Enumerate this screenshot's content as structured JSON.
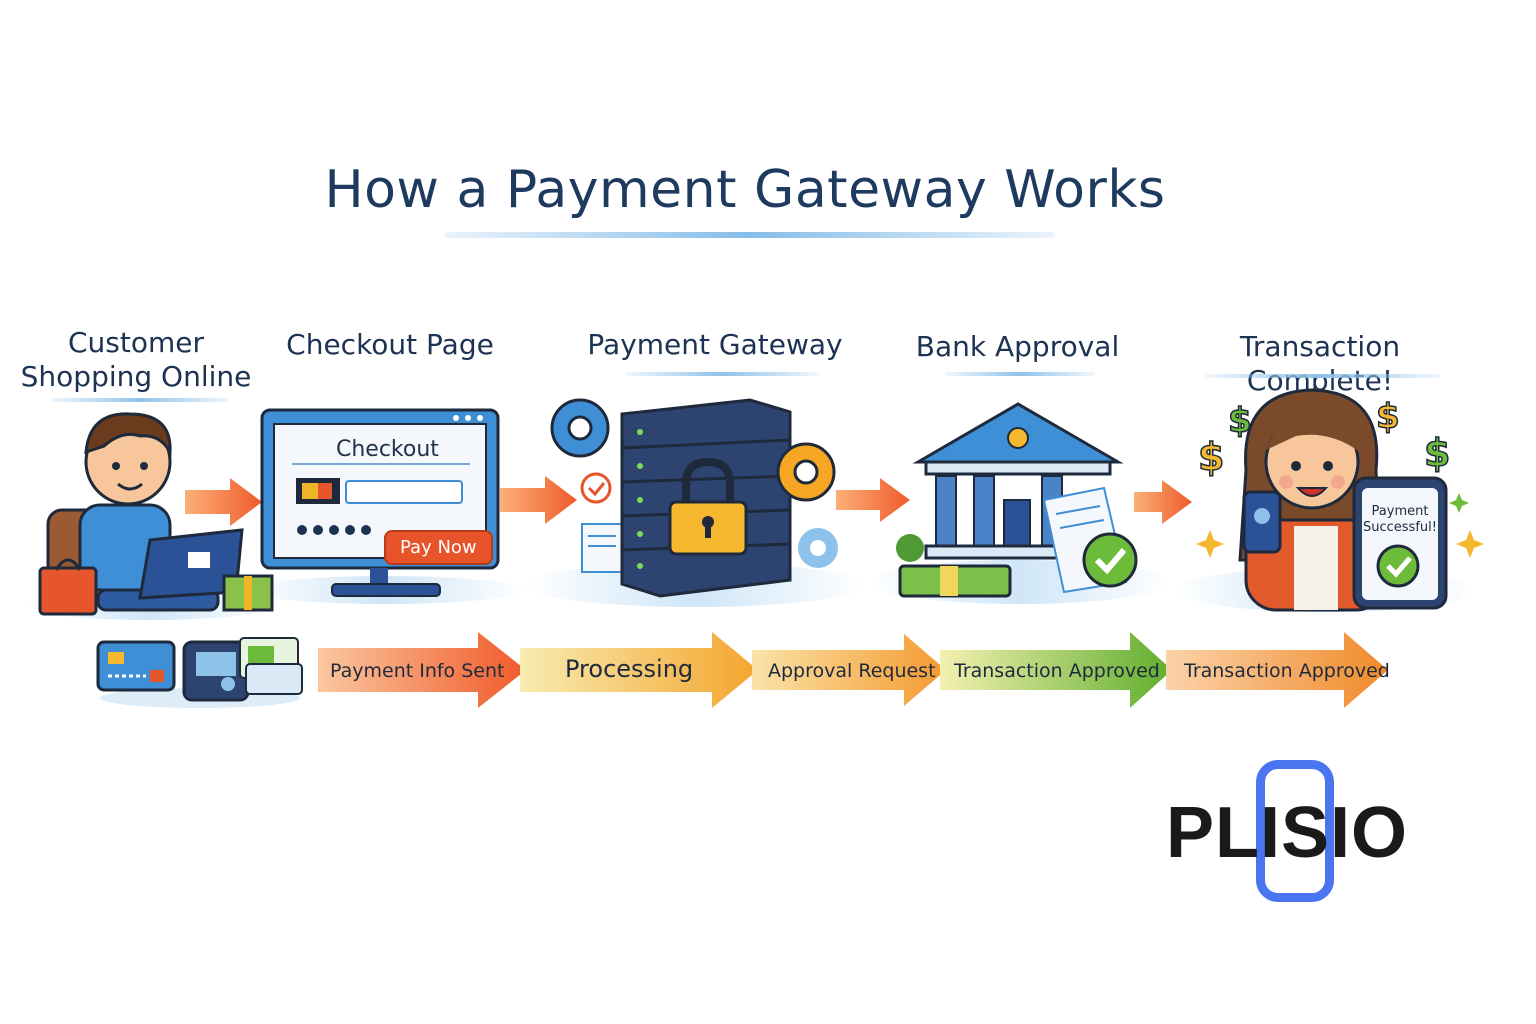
{
  "title": "How a Payment Gateway Works",
  "steps": [
    {
      "label_line1": "Customer",
      "label_line2": "Shopping Online",
      "illustration": "customer-laptop-icon"
    },
    {
      "label_line1": "Checkout Page",
      "label_line2": "",
      "illustration": "monitor-checkout-icon"
    },
    {
      "label_line1": "Payment Gateway",
      "label_line2": "",
      "illustration": "server-lock-icon"
    },
    {
      "label_line1": "Bank Approval",
      "label_line2": "",
      "illustration": "bank-icon"
    },
    {
      "label_line1": "Transaction Complete!",
      "label_line2": "",
      "illustration": "happy-customer-phone-icon"
    }
  ],
  "checkout_screen": {
    "heading": "Checkout",
    "button": "Pay Now"
  },
  "phone_screen": {
    "text_line1": "Payment",
    "text_line2": "Successful!"
  },
  "flow": [
    {
      "label": "Payment Info Sent",
      "color": "#f0683a"
    },
    {
      "label": "Processing",
      "color": "#f3b73a"
    },
    {
      "label": "Approval Request",
      "color": "#f4a73a"
    },
    {
      "label": "Transaction Approved",
      "color": "#7ab83a"
    },
    {
      "label": "Transaction Approved",
      "color": "#f08a35"
    }
  ],
  "brand": {
    "name": "PLISIO",
    "accent": "#4b74f0"
  }
}
